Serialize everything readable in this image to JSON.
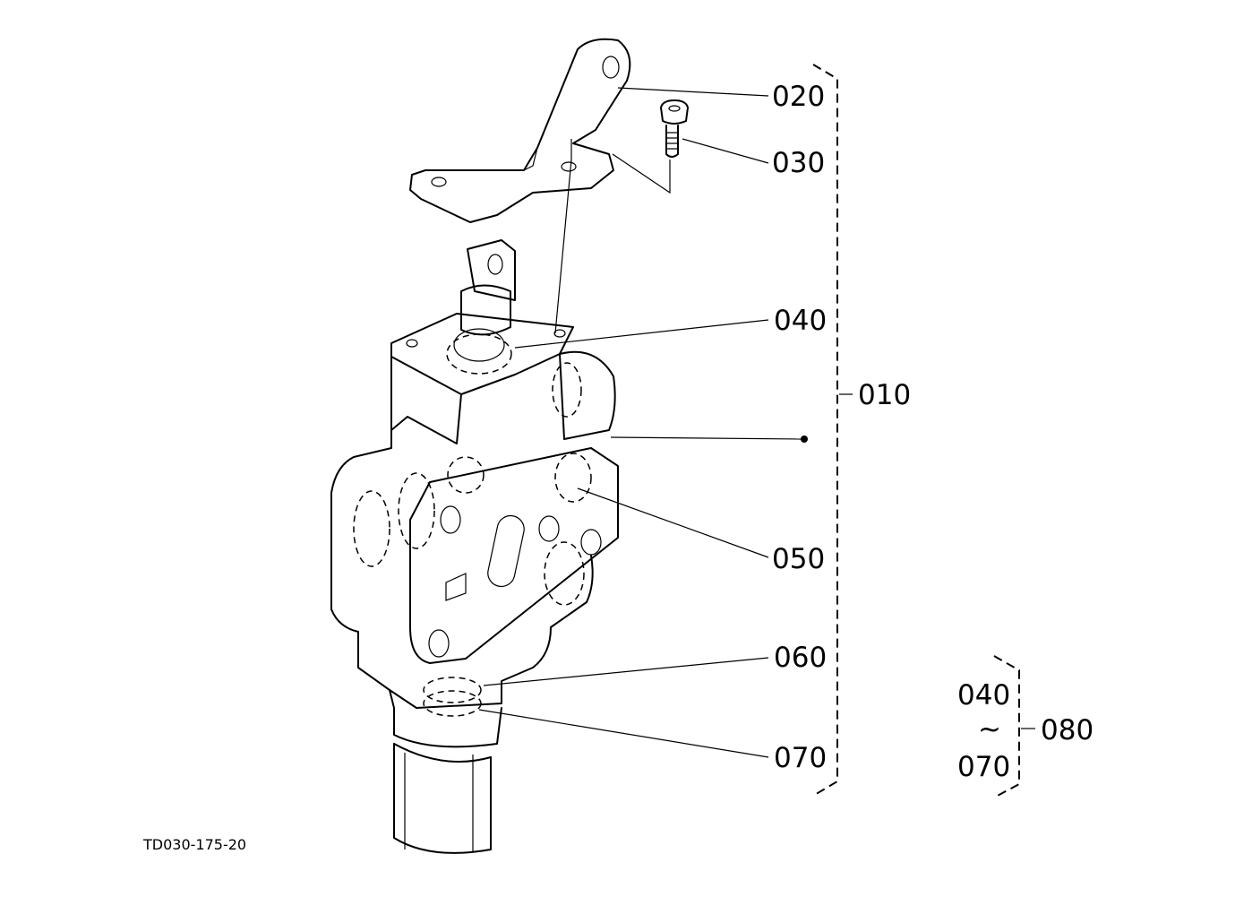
{
  "drawing_number": "TD030-175-20",
  "parts": {
    "p020": "020",
    "p030": "030",
    "p040": "040",
    "p010": "010",
    "p050": "050",
    "p060": "060",
    "p070": "070"
  },
  "kit": {
    "from": "040",
    "range_symbol": "~",
    "to": "070",
    "number": "080"
  }
}
